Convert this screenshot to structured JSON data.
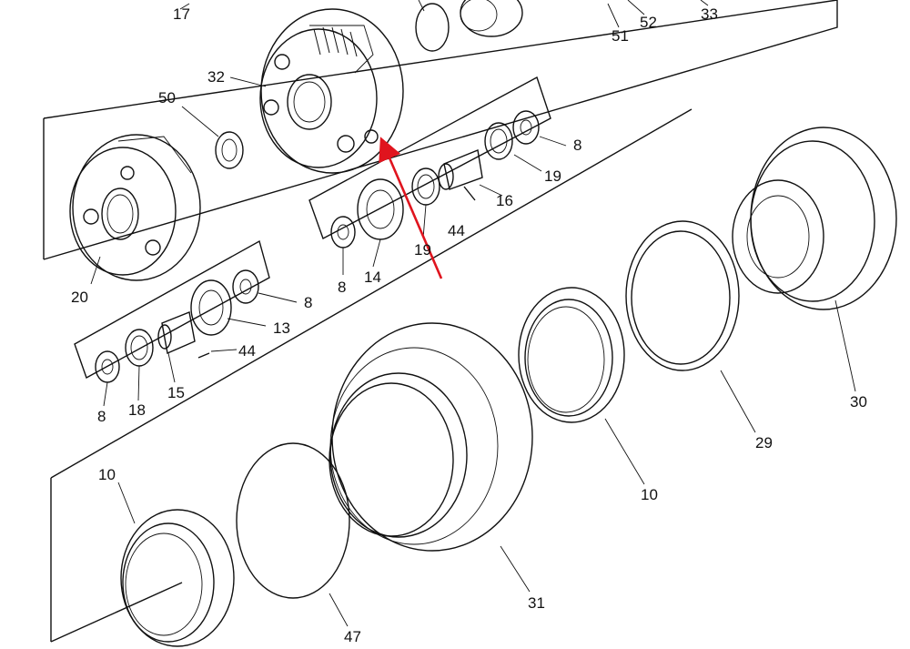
{
  "callouts": {
    "c17": "17",
    "c51": "51",
    "c52": "52",
    "c33": "33",
    "c32": "32",
    "c50": "50",
    "c8a": "8",
    "c19a": "19",
    "c16": "16",
    "c44a": "44",
    "c19b": "19",
    "c8b": "8",
    "c14": "14",
    "c20": "20",
    "c8c": "8",
    "c13": "13",
    "c44b": "44",
    "c8d": "8",
    "c18": "18",
    "c15": "15",
    "c10a": "10",
    "c10b": "10",
    "c29": "29",
    "c30": "30",
    "c31": "31",
    "c47": "47"
  },
  "colors": {
    "line": "#111111",
    "arrow": "#e0141e",
    "background": "#ffffff"
  }
}
